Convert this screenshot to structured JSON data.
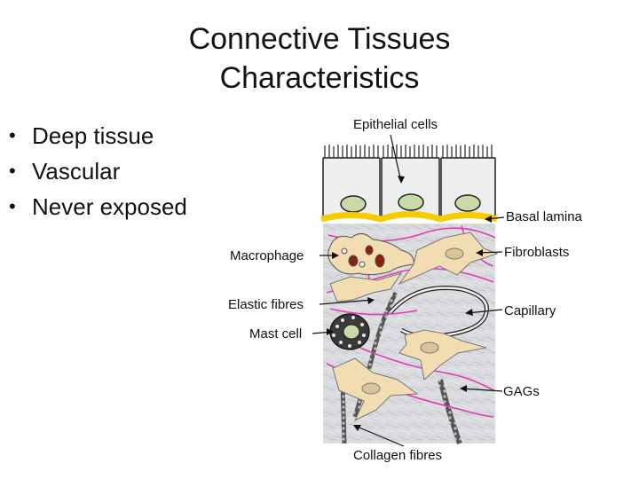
{
  "title": {
    "line1": "Connective Tissues",
    "line2": "Characteristics"
  },
  "bullets": [
    "Deep tissue",
    "Vascular",
    "Never exposed"
  ],
  "diagram": {
    "labels": {
      "epithelial": "Epithelial cells",
      "basal": "Basal lamina",
      "macrophage": "Macrophage",
      "fibroblasts": "Fibroblasts",
      "elastic": "Elastic fibres",
      "capillary": "Capillary",
      "mast": "Mast cell",
      "gags": "GAGs",
      "collagen": "Collagen fibres"
    },
    "colors": {
      "basal_lamina": "#f5cc00",
      "fibres_elastic": "#e23cb4",
      "cells": "#f2dcb2",
      "matrix": "#d7d9dc"
    }
  }
}
